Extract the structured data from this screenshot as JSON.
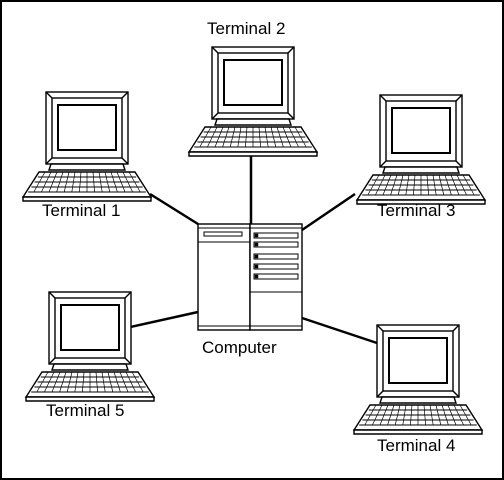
{
  "diagram": {
    "center": {
      "label": "Computer",
      "icon": "server-tower-icon"
    },
    "terminals": [
      {
        "id": "t1",
        "label": "Terminal 1",
        "icon": "terminal-icon"
      },
      {
        "id": "t2",
        "label": "Terminal 2",
        "icon": "terminal-icon"
      },
      {
        "id": "t3",
        "label": "Terminal 3",
        "icon": "terminal-icon"
      },
      {
        "id": "t4",
        "label": "Terminal 4",
        "icon": "terminal-icon"
      },
      {
        "id": "t5",
        "label": "Terminal 5",
        "icon": "terminal-icon"
      }
    ],
    "links": [
      {
        "from": "t1",
        "to": "computer"
      },
      {
        "from": "t2",
        "to": "computer"
      },
      {
        "from": "t3",
        "to": "computer"
      },
      {
        "from": "t4",
        "to": "computer"
      },
      {
        "from": "t5",
        "to": "computer"
      }
    ],
    "colors": {
      "line": "#000000",
      "fill": "#ffffff",
      "screen": "#ffffff"
    }
  }
}
